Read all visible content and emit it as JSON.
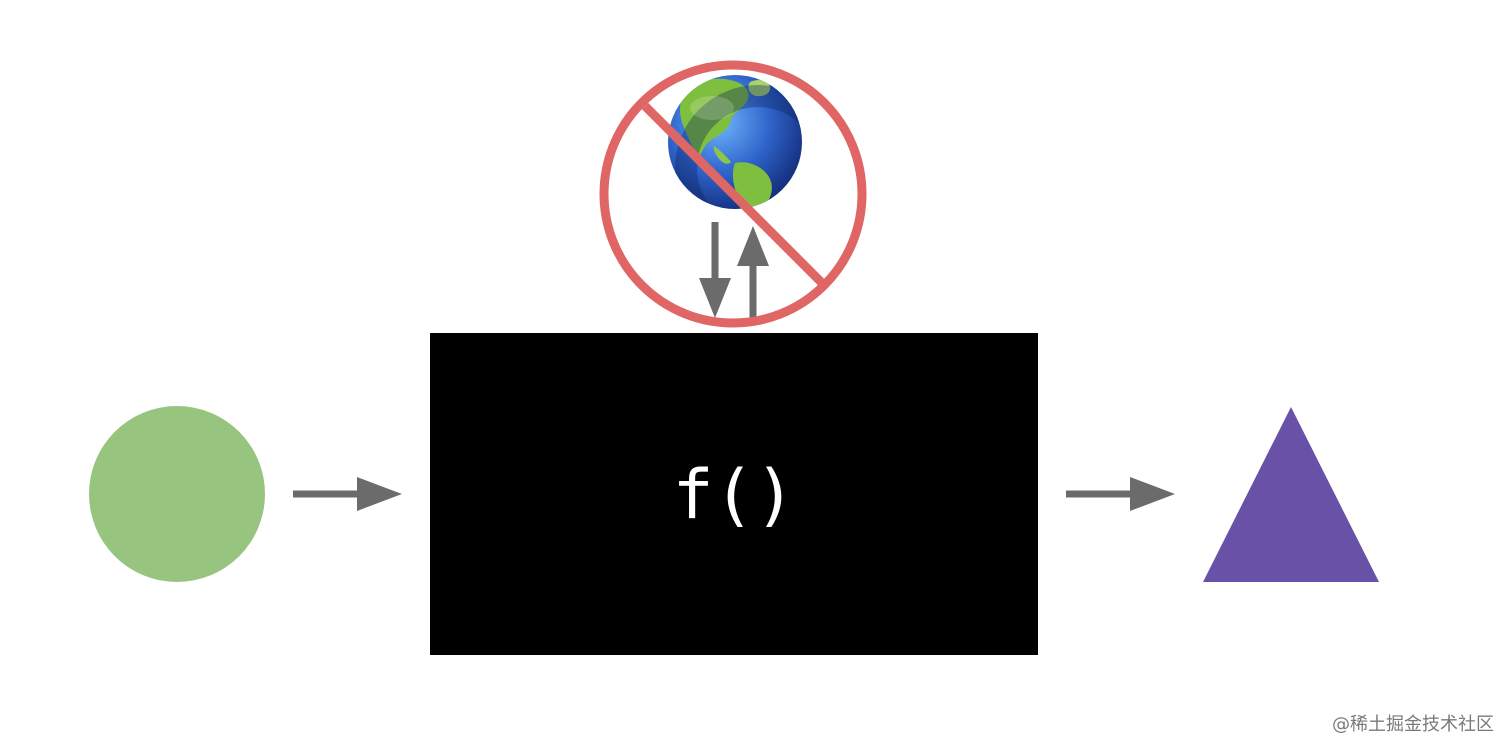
{
  "diagram": {
    "function_label": "f()",
    "input_shape": "circle",
    "output_shape": "triangle",
    "side_effect_icon": "globe-icon",
    "prohibition_icon": "no-sign-icon"
  },
  "colors": {
    "input_circle": "#97c57f",
    "function_box": "#000000",
    "output_triangle": "#6851a6",
    "arrows": "#6b6b6b",
    "no_sign": "#e06666",
    "globe_ocean": "#2f63c9",
    "globe_land": "#7fbf3f"
  },
  "watermark": {
    "text": "@稀土掘金技术社区"
  }
}
